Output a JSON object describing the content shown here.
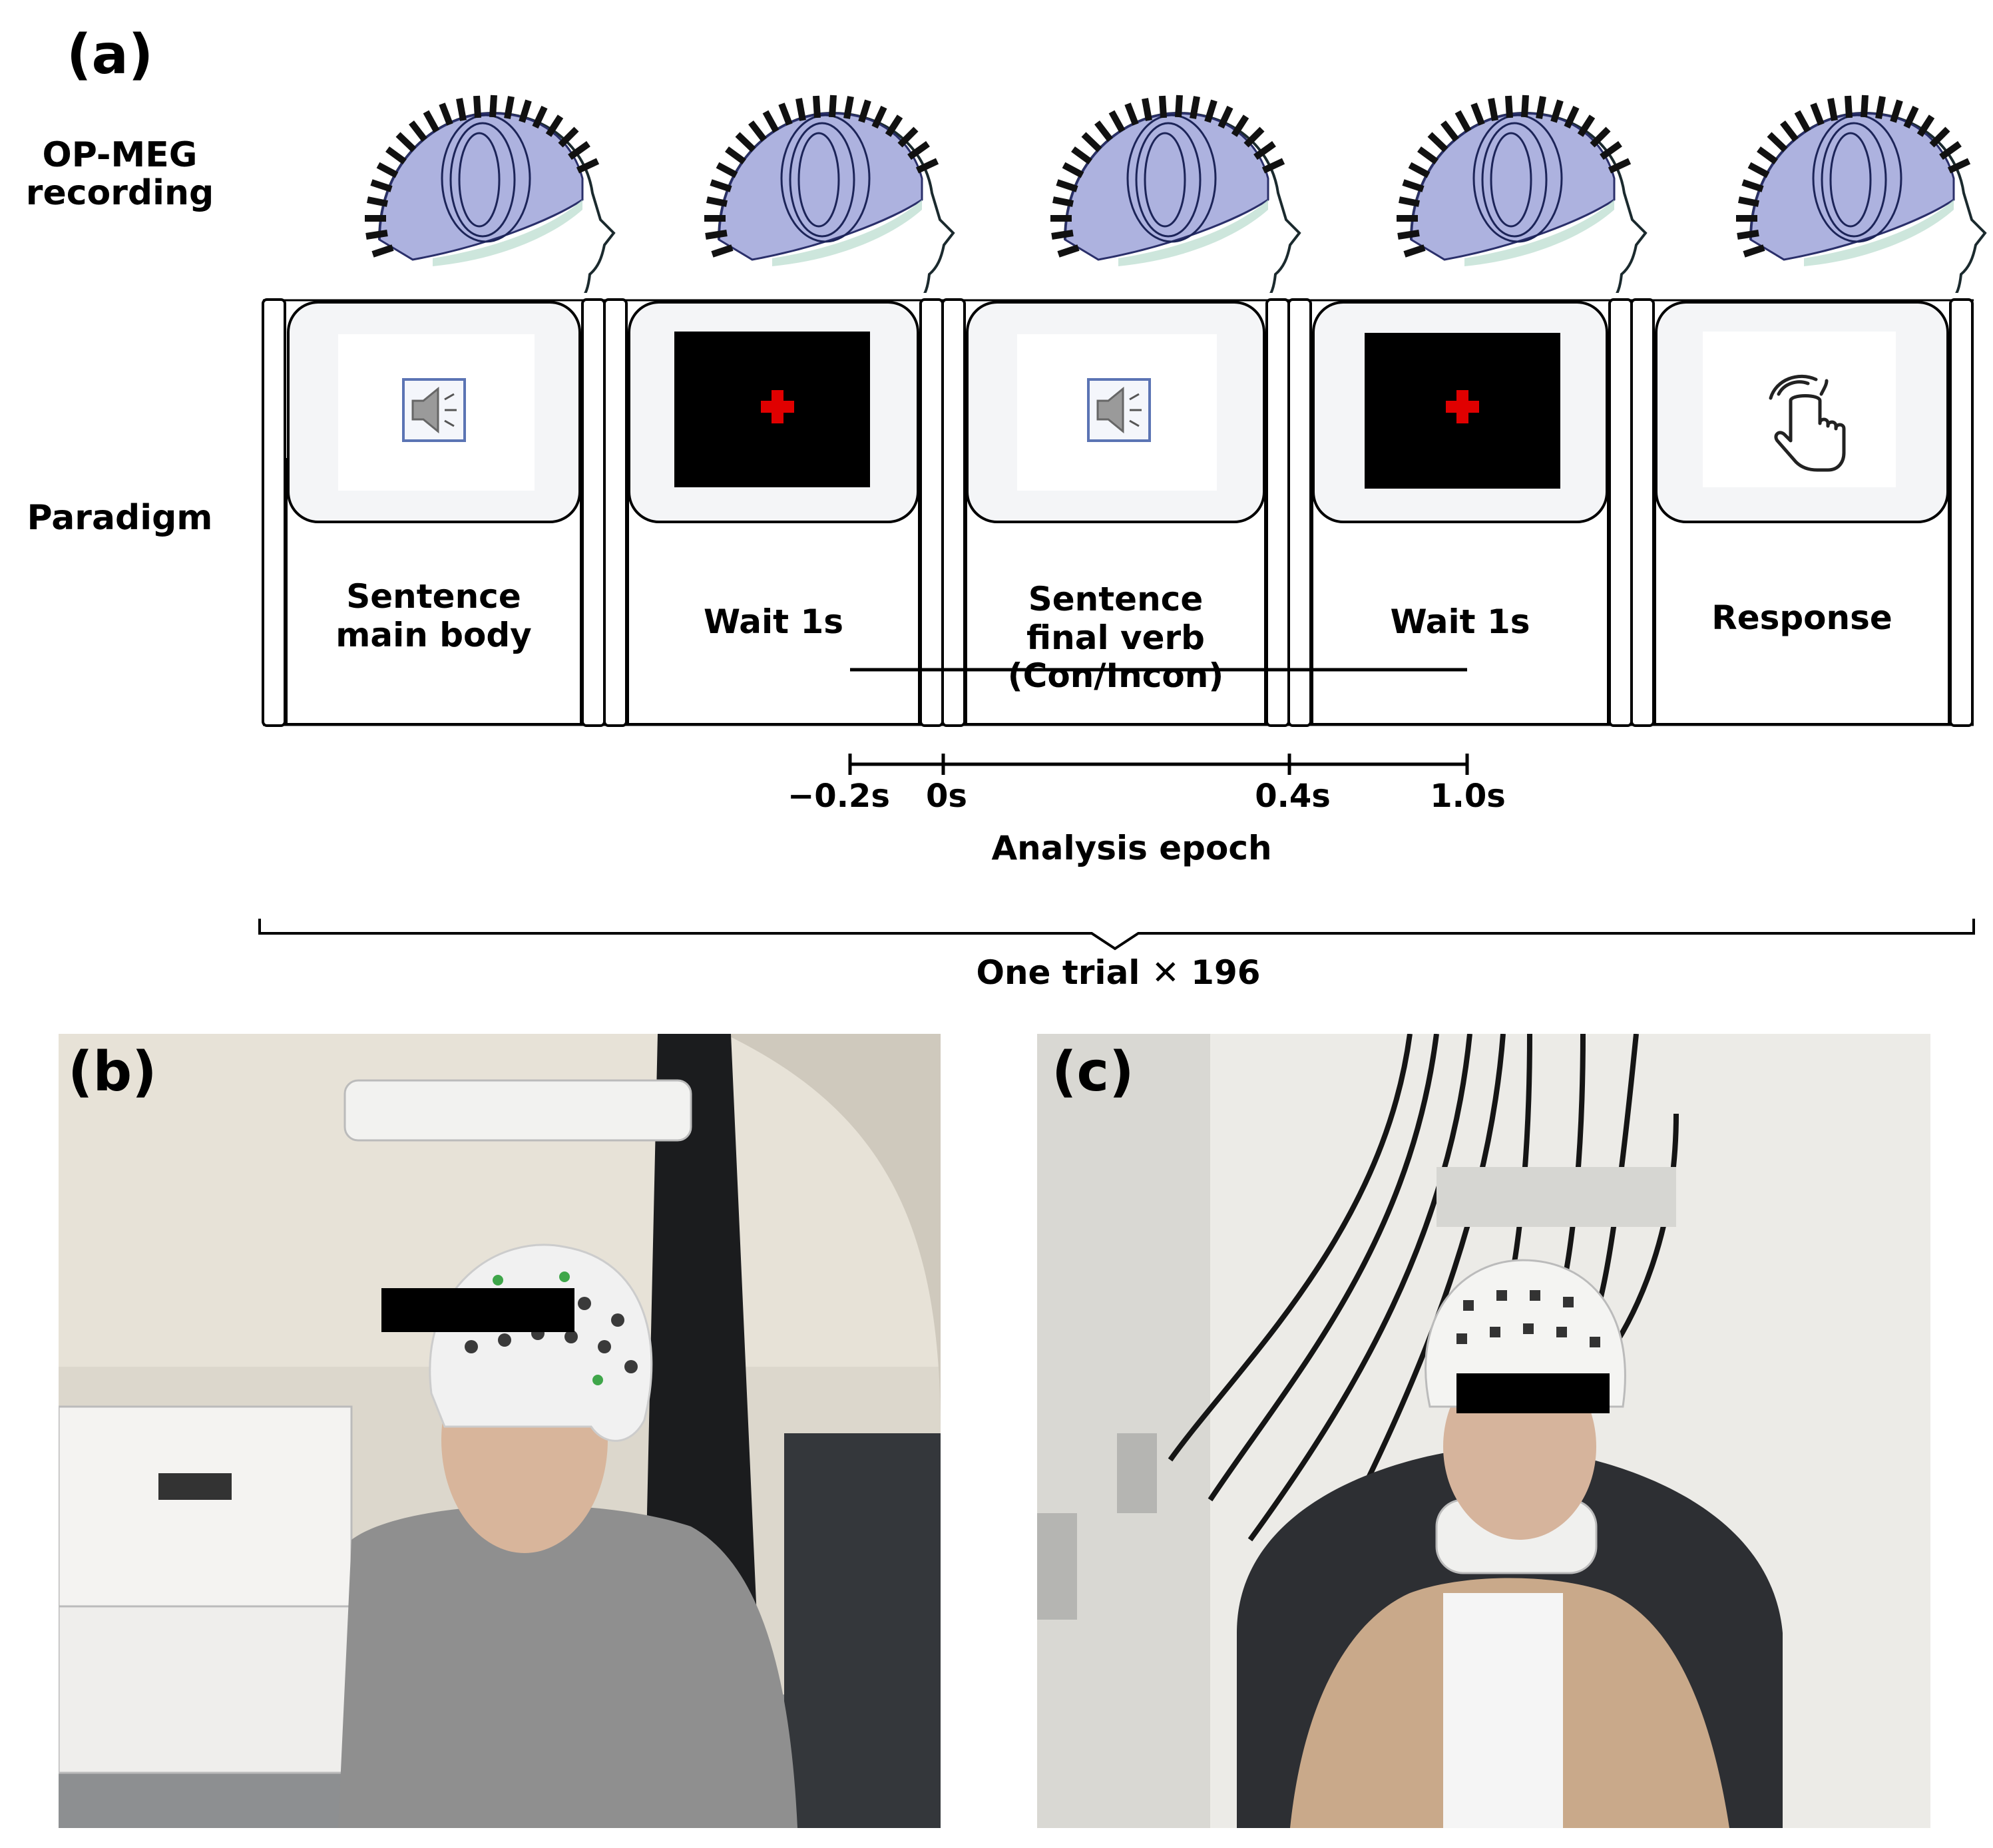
{
  "panels": {
    "a": "(a)",
    "b": "(b)",
    "c": "(c)"
  },
  "rows": {
    "recording": "OP-MEG\nrecording",
    "paradigm": "Paradigm"
  },
  "colors": {
    "scalp": "#6a73c4",
    "fixation": "#e00000",
    "screen_dark": "#000000",
    "card_fill": "#f4f5f7"
  },
  "steps": [
    {
      "label": "Sentence\nmain body",
      "screen": "white",
      "icon": "speaker-icon"
    },
    {
      "label": "Wait 1s",
      "screen": "black",
      "icon": "fixation-cross-icon"
    },
    {
      "label": "Sentence\nfinal verb\n(Con/Incon)",
      "screen": "white",
      "icon": "speaker-icon"
    },
    {
      "label": "Wait 1s",
      "screen": "black",
      "icon": "fixation-cross-icon"
    },
    {
      "label": "Response",
      "screen": "white",
      "icon": "hand-tap-icon"
    }
  ],
  "epoch": {
    "ticks": [
      "−0.2s",
      "0s",
      "0.4s",
      "1.0s"
    ],
    "label": "Analysis epoch"
  },
  "trial": {
    "label": "One trial ✕ 196"
  }
}
